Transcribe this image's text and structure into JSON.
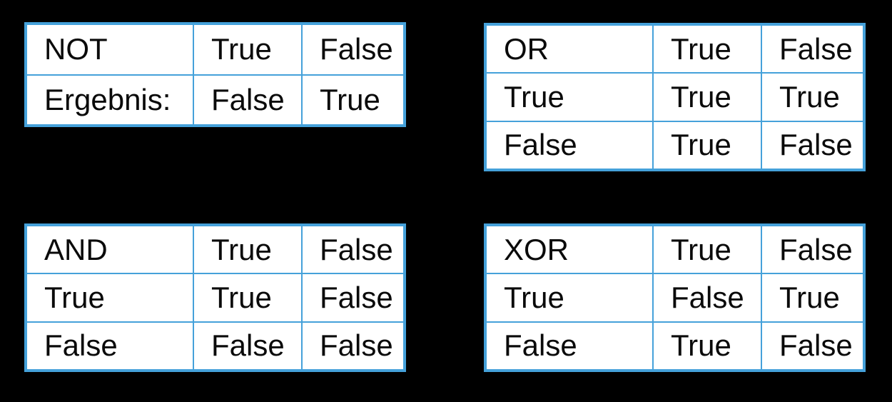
{
  "colors": {
    "background": "#000000",
    "table_border": "#45A1DA",
    "cell_background": "#FFFFFF",
    "text": "#0A0A0A"
  },
  "tables": {
    "not": {
      "title": "NOT",
      "rows": [
        [
          "NOT",
          "True",
          "False"
        ],
        [
          "Ergebnis:",
          "False",
          "True"
        ]
      ]
    },
    "or": {
      "title": "OR",
      "rows": [
        [
          "OR",
          "True",
          "False"
        ],
        [
          "True",
          "True",
          "True"
        ],
        [
          "False",
          "True",
          "False"
        ]
      ]
    },
    "and": {
      "title": "AND",
      "rows": [
        [
          "AND",
          "True",
          "False"
        ],
        [
          "True",
          "True",
          "False"
        ],
        [
          "False",
          "False",
          "False"
        ]
      ]
    },
    "xor": {
      "title": "XOR",
      "rows": [
        [
          "XOR",
          "True",
          "False"
        ],
        [
          "True",
          "False",
          "True"
        ],
        [
          "False",
          "True",
          "False"
        ]
      ]
    }
  }
}
